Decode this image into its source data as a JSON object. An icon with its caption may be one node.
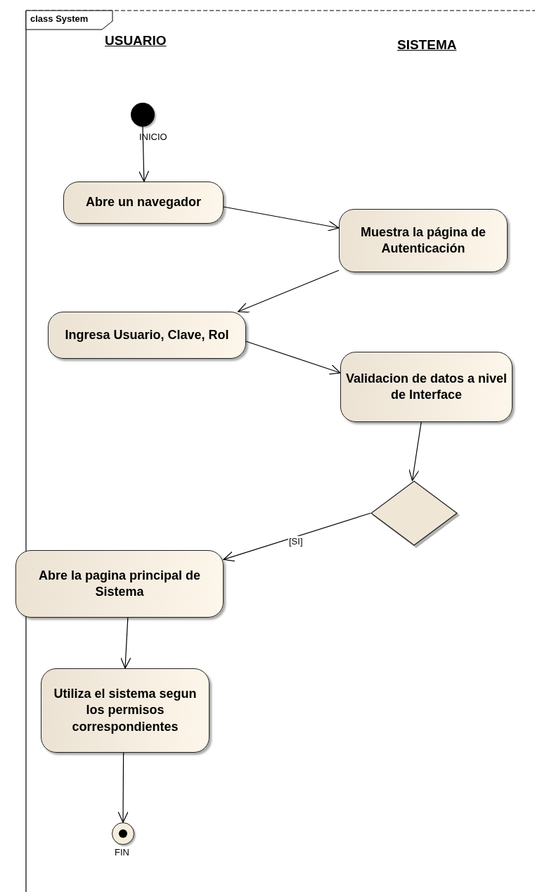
{
  "diagram": {
    "title": "class System",
    "nodes": [
      {
        "text": [],
        "shape": "circle",
        "beside": [
          "INICIO"
        ]
      },
      {
        "text": [
          "Abre un navegador"
        ]
      },
      {
        "text": [
          "Muestra la página de Autenticación"
        ]
      },
      {
        "text": [
          "Ingresa Usuario, Clave, Rol"
        ]
      },
      {
        "text": [
          "Validacion de datos a nivel de Interface"
        ]
      },
      {
        "text": [],
        "shape": "diamond"
      },
      {
        "text": [
          "Abre la pagina principal de Sistema"
        ]
      },
      {
        "text": [
          "Utiliza el sistema segun los permisos correspondientes"
        ]
      },
      {
        "text": [],
        "shape": "bullseye",
        "beside": [
          "FIN"
        ]
      }
    ],
    "edges": [
      {
        "from": 0,
        "to": 1,
        "arrow": "to"
      },
      {
        "from": 1,
        "to": 2,
        "arrow": "to"
      },
      {
        "from": 2,
        "to": 3,
        "arrow": "to"
      },
      {
        "from": 3,
        "to": 4,
        "arrow": "to"
      },
      {
        "from": 4,
        "to": 5,
        "arrow": "to"
      },
      {
        "from": 5,
        "to": 6,
        "arrow": "to",
        "label": "[SI]"
      },
      {
        "from": 6,
        "to": 7,
        "arrow": "to"
      },
      {
        "from": 7,
        "to": 8,
        "arrow": "to"
      }
    ],
    "labels": [
      "USUARIO",
      "SISTEMA"
    ]
  }
}
